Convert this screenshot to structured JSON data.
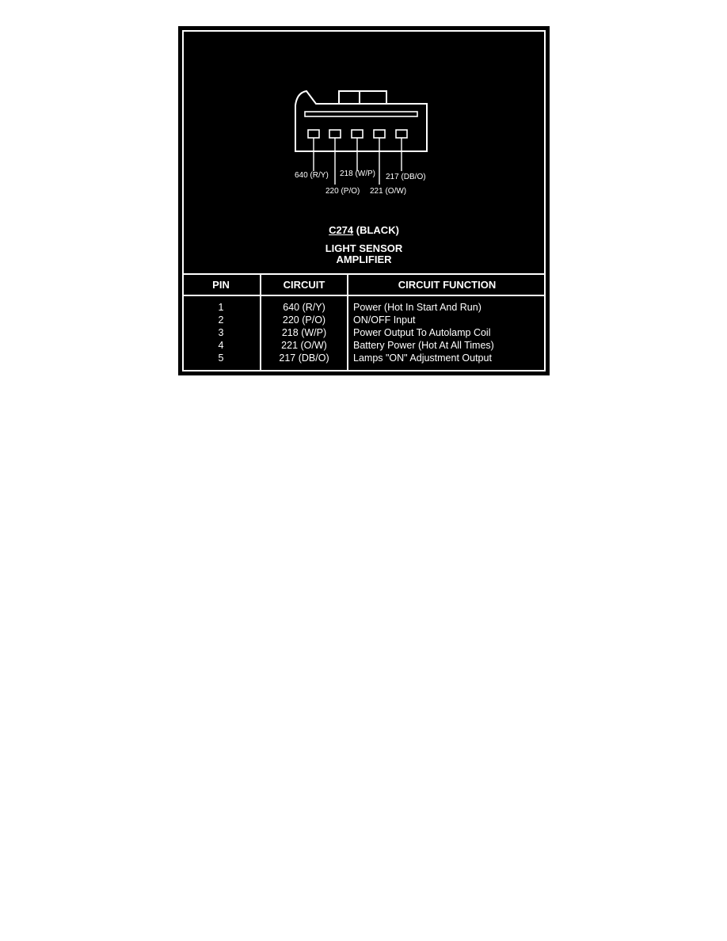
{
  "connector": {
    "id": "C274",
    "color_label": "(BLACK)",
    "name_line1": "LIGHT SENSOR",
    "name_line2": "AMPLIFIER",
    "pin_labels": [
      "640 (R/Y)",
      "220 (P/O)",
      "218 (W/P)",
      "221 (O/W)",
      "217 (DB/O)"
    ]
  },
  "table": {
    "headers": {
      "pin": "PIN",
      "circuit": "CIRCUIT",
      "function": "CIRCUIT FUNCTION"
    },
    "rows": [
      {
        "pin": "1",
        "circuit": "640 (R/Y)",
        "function": "Power (Hot In Start And Run)"
      },
      {
        "pin": "2",
        "circuit": "220 (P/O)",
        "function": "ON/OFF Input"
      },
      {
        "pin": "3",
        "circuit": "218 (W/P)",
        "function": "Power Output To Autolamp Coil"
      },
      {
        "pin": "4",
        "circuit": "221 (O/W)",
        "function": "Battery Power (Hot At All Times)"
      },
      {
        "pin": "5",
        "circuit": "217 (DB/O)",
        "function": "Lamps \"ON\" Adjustment Output"
      }
    ]
  },
  "colors": {
    "background": "#000000",
    "foreground": "#ffffff",
    "page": "#ffffff"
  }
}
